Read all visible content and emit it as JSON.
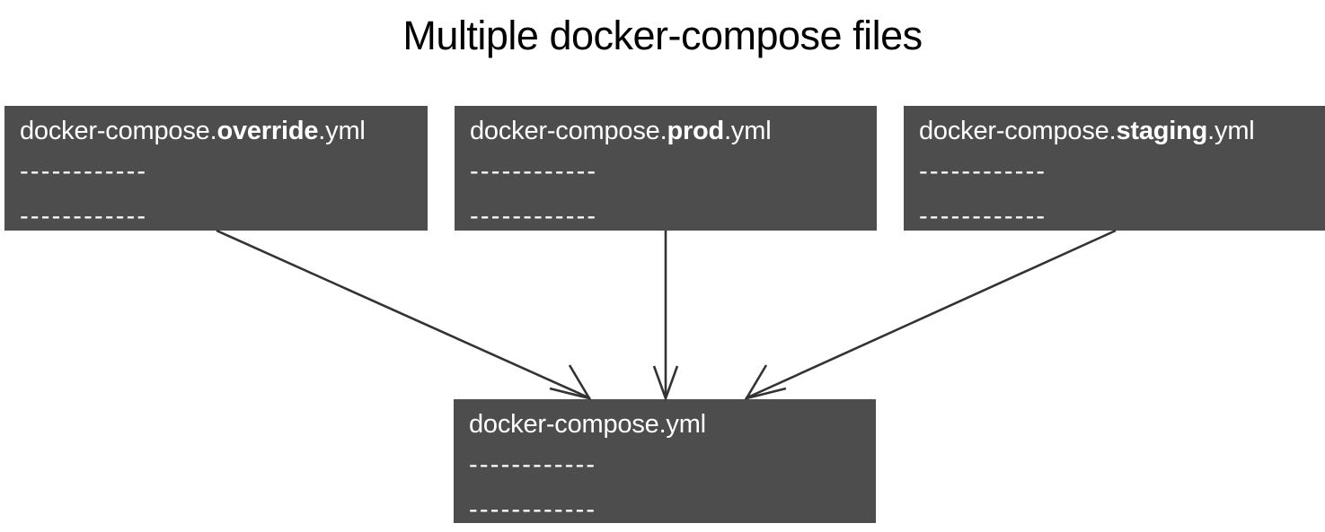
{
  "title": "Multiple docker-compose files",
  "colors": {
    "box_fill": "#4d4d4d",
    "box_text": "#ffffff",
    "background": "#ffffff",
    "arrow": "#333333",
    "title_text": "#000000"
  },
  "boxes": {
    "override": {
      "prefix": "docker-compose.",
      "emphasis": "override",
      "suffix": ".yml",
      "line1": "------------",
      "line2": "------------"
    },
    "prod": {
      "prefix": "docker-compose.",
      "emphasis": "prod",
      "suffix": ".yml",
      "line1": "------------",
      "line2": "------------"
    },
    "staging": {
      "prefix": "docker-compose.",
      "emphasis": "staging",
      "suffix": ".yml",
      "line1": "------------",
      "line2": "------------"
    },
    "base": {
      "prefix": "docker-compose.yml",
      "emphasis": "",
      "suffix": "",
      "line1": "------------",
      "line2": "------------"
    }
  },
  "arrows": [
    {
      "name": "override-to-base",
      "from": "override",
      "to": "base"
    },
    {
      "name": "prod-to-base",
      "from": "prod",
      "to": "base"
    },
    {
      "name": "staging-to-base",
      "from": "staging",
      "to": "base"
    }
  ]
}
